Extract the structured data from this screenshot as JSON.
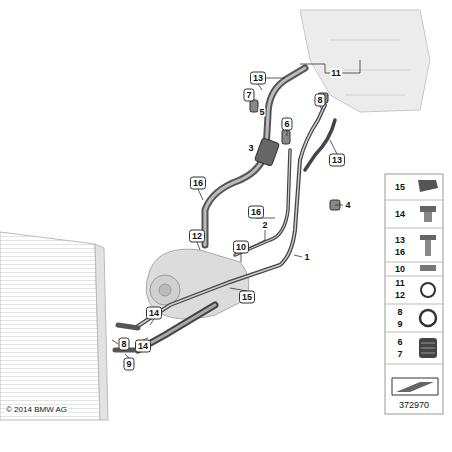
{
  "diagram": {
    "labels": [
      "13",
      "11",
      "7",
      "8",
      "5",
      "6",
      "3",
      "13",
      "4",
      "16",
      "16",
      "2",
      "12",
      "10",
      "1",
      "15",
      "14",
      "8",
      "14",
      "9",
      "15",
      "14",
      "13",
      "16",
      "10",
      "11",
      "12",
      "8",
      "9",
      "6",
      "7",
      "© 2014 BMW AG",
      "372970"
    ]
  }
}
